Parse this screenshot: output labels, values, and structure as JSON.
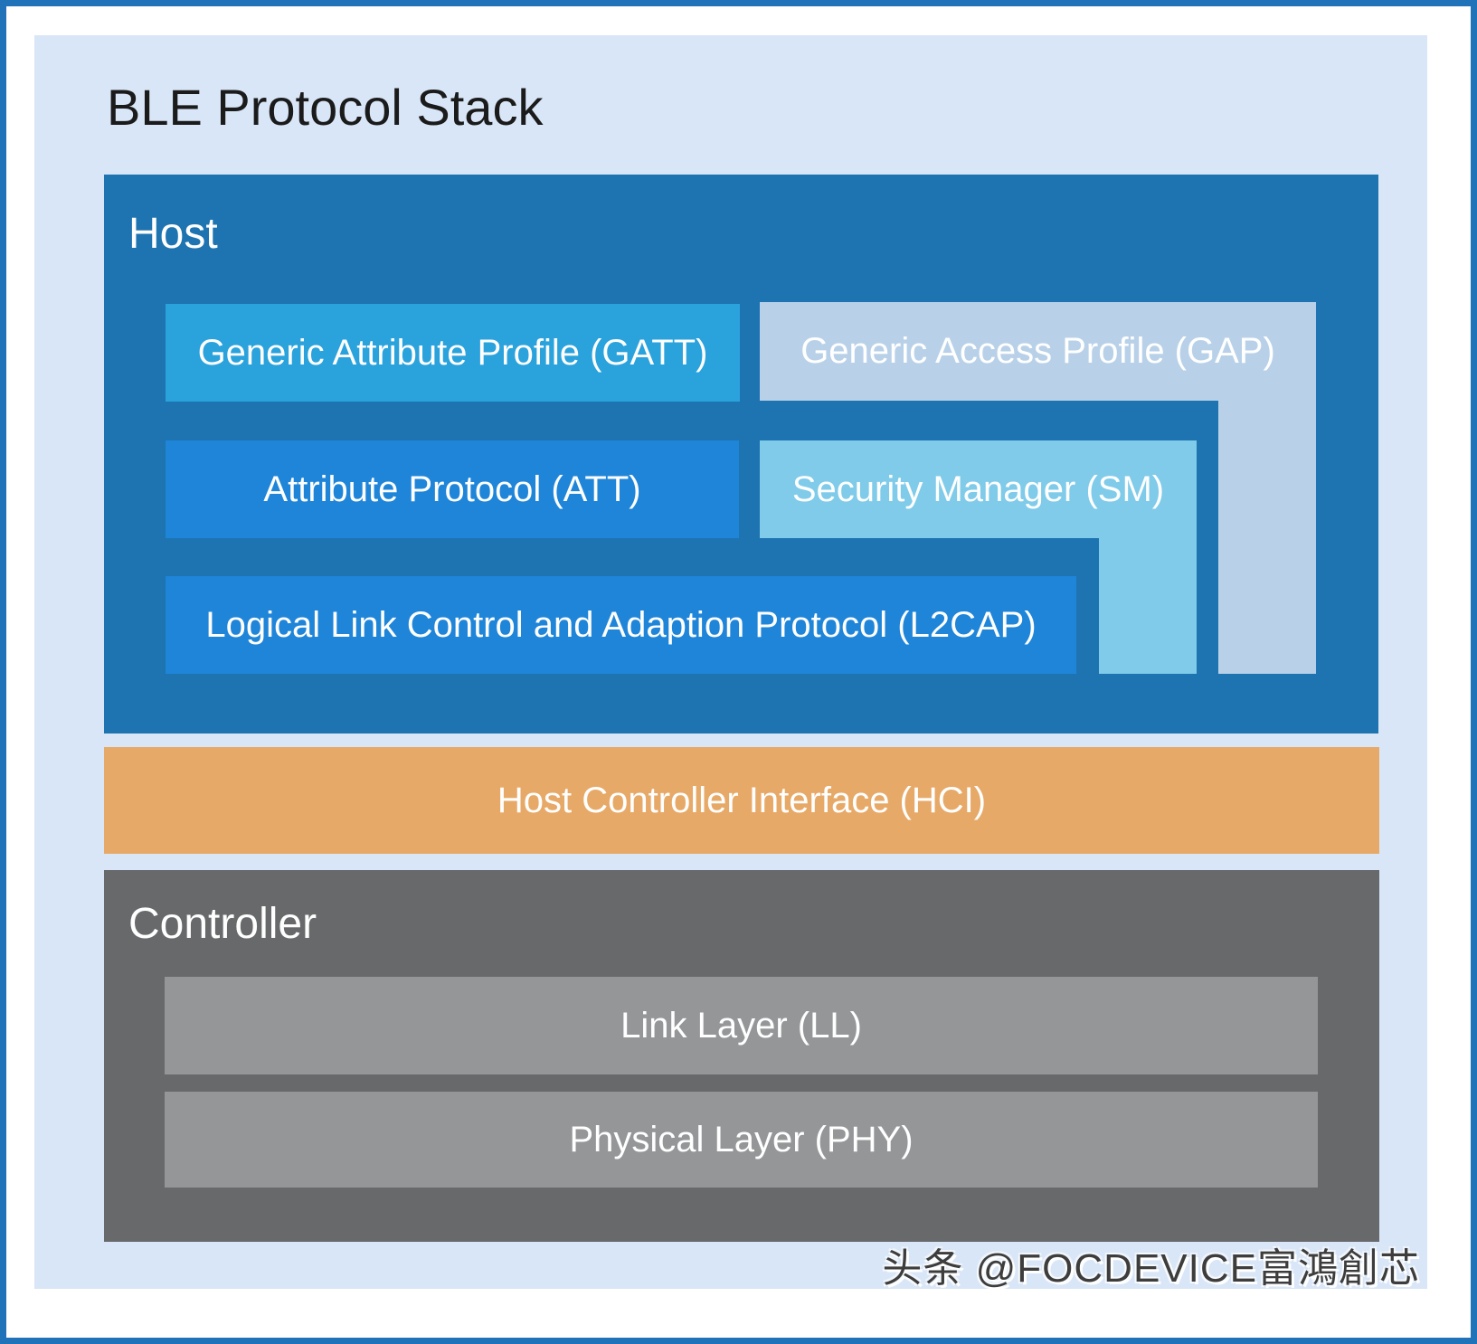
{
  "title": "BLE Protocol Stack",
  "host": {
    "label": "Host",
    "boxes": {
      "gatt": "Generic Attribute Profile (GATT)",
      "gap": "Generic Access Profile (GAP)",
      "att": "Attribute Protocol (ATT)",
      "sm": "Security Manager (SM)",
      "l2cap": "Logical Link Control and Adaption Protocol (L2CAP)"
    }
  },
  "hci": {
    "label": "Host Controller Interface (HCI)"
  },
  "controller": {
    "label": "Controller",
    "boxes": {
      "ll": "Link Layer (LL)",
      "phy": "Physical Layer (PHY)"
    }
  },
  "watermark": "头条 @FOCDEVICE富鴻創芯",
  "colors": {
    "frame_border": "#2173b9",
    "panel_bg": "#d9e6f7",
    "host_bg": "#1d74b1",
    "gatt_bg": "#2aa2dc",
    "gap_bg": "#b9d1e8",
    "att_bg": "#1f85d9",
    "sm_bg": "#7fcbe9",
    "l2cap_bg": "#1f85d9",
    "hci_bg": "#e7a967",
    "controller_bg": "#67696b",
    "inner_gray_bg": "#949698",
    "title_color": "#1b1b1b",
    "box_text_color": "#ffffff",
    "watermark_color": "#3d3d3d"
  }
}
